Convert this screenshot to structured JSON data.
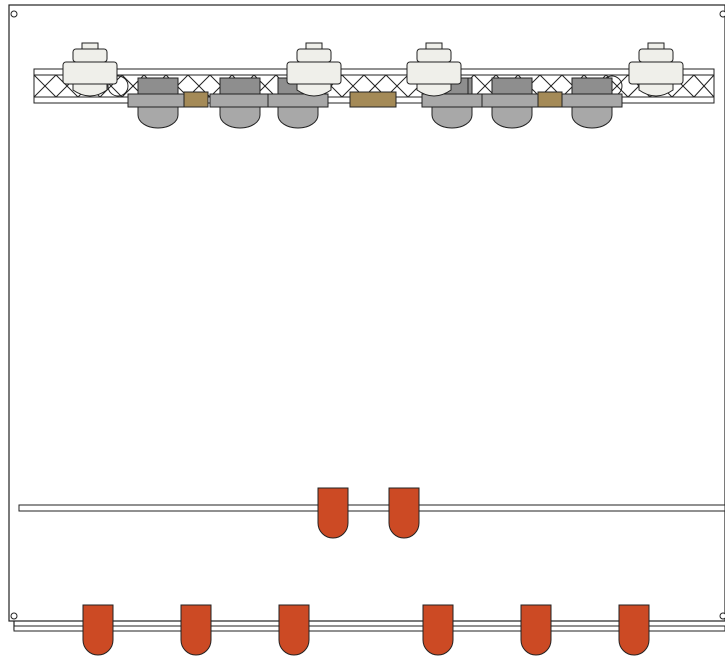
{
  "colors": {
    "background": "#ffffff",
    "stroke": "#222222",
    "truss_fill": "#ffffff",
    "fixture_gray": "#a8a8a8",
    "fixture_gray_dark": "#8e8e8e",
    "spot_fill": "#efefea",
    "panel_brown": "#a48a57",
    "red_fixture": "#cc4a24"
  },
  "rig": {
    "upper_truss": {
      "spot_fixtures": 4,
      "gray_wash_fixtures": 7,
      "brown_panels": 3
    },
    "middle_pipe": {
      "red_fixtures": 2
    },
    "bottom_pipe": {
      "red_fixtures": 6
    },
    "corner_markers": 4
  }
}
